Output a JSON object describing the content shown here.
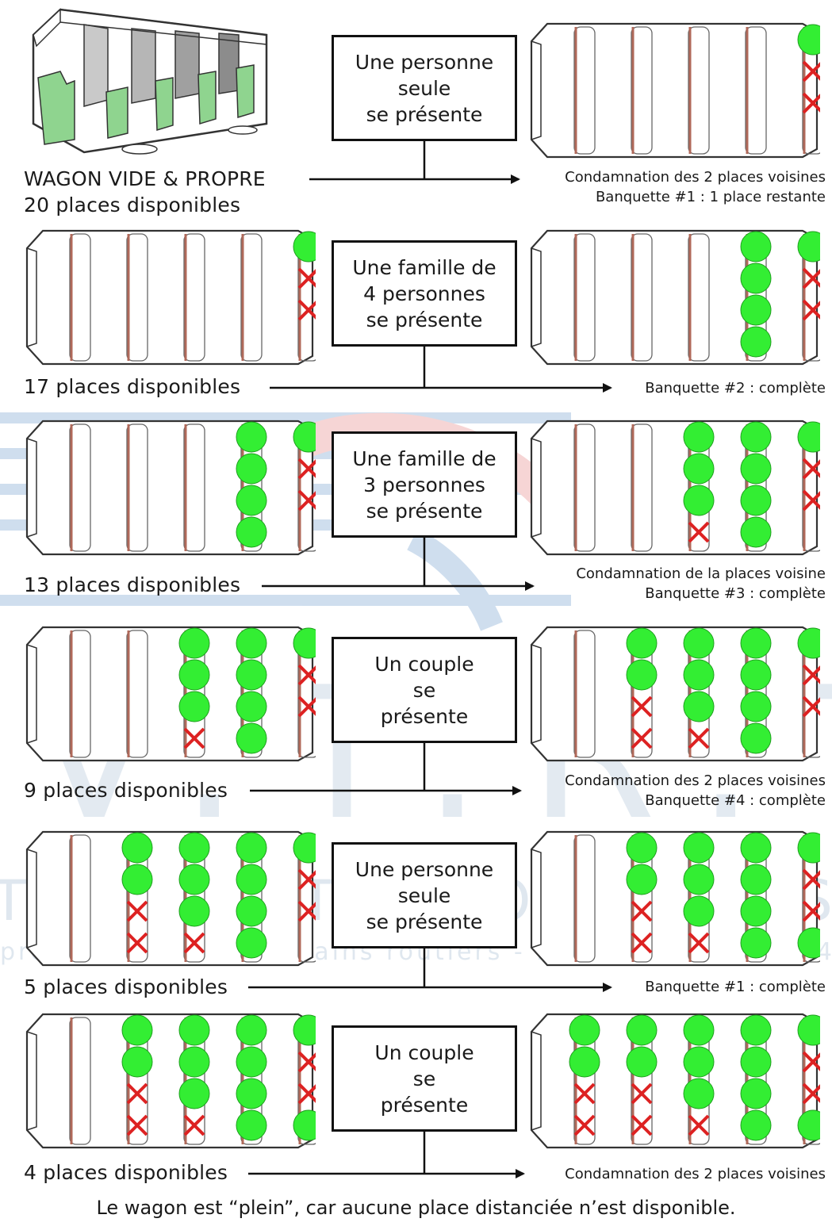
{
  "colors": {
    "seat_occupied": "#33ee33",
    "seat_blocked_cross": "#dd2222",
    "bench_divider": "#b0695a",
    "outline": "#333333",
    "box_border": "#111111",
    "interior_green": "#8fd48f"
  },
  "intro": {
    "title": "WAGON VIDE & PROPRE",
    "available": "20 places disponibles"
  },
  "rows": [
    {
      "event": [
        "Une personne",
        "seule",
        "se présente"
      ],
      "available_before": "",
      "result_lines": [
        "Condamnation des 2 places voisines",
        "Banquette #1 : 1 place restante"
      ],
      "left_wagon": [],
      "right_wagon": [
        {
          "bench": 5,
          "seats": [
            "occupied",
            "blocked",
            "blocked",
            "empty"
          ]
        }
      ]
    },
    {
      "event": [
        "Une famille de",
        "4 personnes",
        "se présente"
      ],
      "available_before": "17 places disponibles",
      "result_lines": [
        "Banquette #2 : complète"
      ],
      "left_wagon": [
        {
          "bench": 5,
          "seats": [
            "occupied",
            "blocked",
            "blocked",
            "empty"
          ]
        }
      ],
      "right_wagon": [
        {
          "bench": 4,
          "seats": [
            "occupied",
            "occupied",
            "occupied",
            "occupied"
          ]
        },
        {
          "bench": 5,
          "seats": [
            "occupied",
            "blocked",
            "blocked",
            "empty"
          ]
        }
      ]
    },
    {
      "event": [
        "Une famille de",
        "3 personnes",
        "se présente"
      ],
      "available_before": "13 places disponibles",
      "result_lines": [
        "Condamnation de la places voisine",
        "Banquette #3 : complète"
      ],
      "left_wagon": [
        {
          "bench": 4,
          "seats": [
            "occupied",
            "occupied",
            "occupied",
            "occupied"
          ]
        },
        {
          "bench": 5,
          "seats": [
            "occupied",
            "blocked",
            "blocked",
            "empty"
          ]
        }
      ],
      "right_wagon": [
        {
          "bench": 3,
          "seats": [
            "occupied",
            "occupied",
            "occupied",
            "blocked"
          ]
        },
        {
          "bench": 4,
          "seats": [
            "occupied",
            "occupied",
            "occupied",
            "occupied"
          ]
        },
        {
          "bench": 5,
          "seats": [
            "occupied",
            "blocked",
            "blocked",
            "empty"
          ]
        }
      ]
    },
    {
      "event": [
        "Un couple",
        "se",
        "présente"
      ],
      "available_before": "9 places disponibles",
      "result_lines": [
        "Condamnation des 2 places voisines",
        "Banquette #4 : complète"
      ],
      "left_wagon": [
        {
          "bench": 3,
          "seats": [
            "occupied",
            "occupied",
            "occupied",
            "blocked"
          ]
        },
        {
          "bench": 4,
          "seats": [
            "occupied",
            "occupied",
            "occupied",
            "occupied"
          ]
        },
        {
          "bench": 5,
          "seats": [
            "occupied",
            "blocked",
            "blocked",
            "empty"
          ]
        }
      ],
      "right_wagon": [
        {
          "bench": 2,
          "seats": [
            "occupied",
            "occupied",
            "blocked",
            "blocked"
          ]
        },
        {
          "bench": 3,
          "seats": [
            "occupied",
            "occupied",
            "occupied",
            "blocked"
          ]
        },
        {
          "bench": 4,
          "seats": [
            "occupied",
            "occupied",
            "occupied",
            "occupied"
          ]
        },
        {
          "bench": 5,
          "seats": [
            "occupied",
            "blocked",
            "blocked",
            "empty"
          ]
        }
      ]
    },
    {
      "event": [
        "Une personne",
        "seule",
        "se présente"
      ],
      "available_before": "5 places disponibles",
      "result_lines": [
        "Banquette #1 : complète"
      ],
      "left_wagon": [
        {
          "bench": 2,
          "seats": [
            "occupied",
            "occupied",
            "blocked",
            "blocked"
          ]
        },
        {
          "bench": 3,
          "seats": [
            "occupied",
            "occupied",
            "occupied",
            "blocked"
          ]
        },
        {
          "bench": 4,
          "seats": [
            "occupied",
            "occupied",
            "occupied",
            "occupied"
          ]
        },
        {
          "bench": 5,
          "seats": [
            "occupied",
            "blocked",
            "blocked",
            "empty"
          ]
        }
      ],
      "right_wagon": [
        {
          "bench": 2,
          "seats": [
            "occupied",
            "occupied",
            "blocked",
            "blocked"
          ]
        },
        {
          "bench": 3,
          "seats": [
            "occupied",
            "occupied",
            "occupied",
            "blocked"
          ]
        },
        {
          "bench": 4,
          "seats": [
            "occupied",
            "occupied",
            "occupied",
            "occupied"
          ]
        },
        {
          "bench": 5,
          "seats": [
            "occupied",
            "blocked",
            "blocked",
            "occupied"
          ]
        }
      ]
    },
    {
      "event": [
        "Un couple",
        "se",
        "présente"
      ],
      "available_before": "4 places disponibles",
      "result_lines": [
        "Condamnation des 2 places voisines"
      ],
      "left_wagon": [
        {
          "bench": 2,
          "seats": [
            "occupied",
            "occupied",
            "blocked",
            "blocked"
          ]
        },
        {
          "bench": 3,
          "seats": [
            "occupied",
            "occupied",
            "occupied",
            "blocked"
          ]
        },
        {
          "bench": 4,
          "seats": [
            "occupied",
            "occupied",
            "occupied",
            "occupied"
          ]
        },
        {
          "bench": 5,
          "seats": [
            "occupied",
            "blocked",
            "blocked",
            "occupied"
          ]
        }
      ],
      "right_wagon": [
        {
          "bench": 1,
          "seats": [
            "occupied",
            "occupied",
            "blocked",
            "blocked"
          ]
        },
        {
          "bench": 2,
          "seats": [
            "occupied",
            "occupied",
            "blocked",
            "blocked"
          ]
        },
        {
          "bench": 3,
          "seats": [
            "occupied",
            "occupied",
            "occupied",
            "blocked"
          ]
        },
        {
          "bench": 4,
          "seats": [
            "occupied",
            "occupied",
            "occupied",
            "occupied"
          ]
        },
        {
          "bench": 5,
          "seats": [
            "occupied",
            "blocked",
            "blocked",
            "occupied"
          ]
        }
      ]
    }
  ],
  "footer": "Le wagon est “plein”, car aucune place distanciée n’est disponible.",
  "watermark": {
    "logo_text": "V.T.R.T.",
    "subtitle": "TRAINS ROUTIERS TOURISTIQUES",
    "small_line": "professionnels des trains routiers - loi du 15 mars 1994"
  }
}
